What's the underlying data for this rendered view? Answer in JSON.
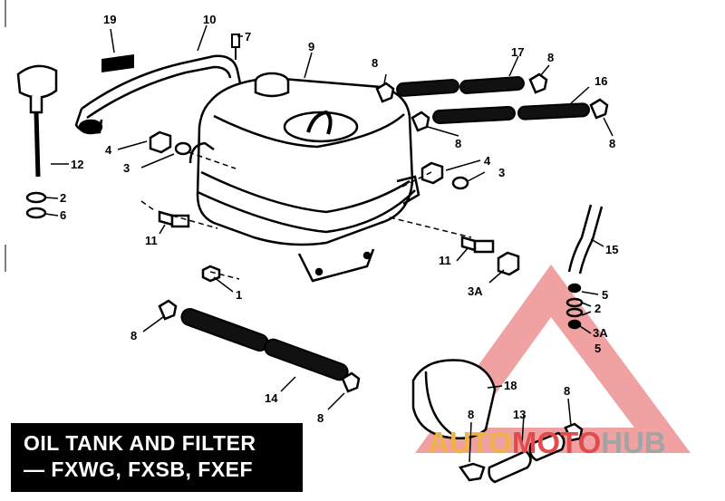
{
  "title": {
    "line1": "OIL TANK AND FILTER",
    "line2": "— FXWG, FXSB, FXEF"
  },
  "watermark": {
    "part1": "AUTO",
    "part2": "MOTO",
    "part3": "HUB",
    "color_gold": "#f2b24a",
    "color_red": "#e24b4b",
    "color_gray": "#a4a4a4"
  },
  "callouts": [
    {
      "id": "c19",
      "text": "19"
    },
    {
      "id": "c10",
      "text": "10"
    },
    {
      "id": "c7",
      "text": "7"
    },
    {
      "id": "c9",
      "text": "9"
    },
    {
      "id": "c12",
      "text": "12"
    },
    {
      "id": "c2a",
      "text": "2"
    },
    {
      "id": "c6",
      "text": "6"
    },
    {
      "id": "c4a",
      "text": "4"
    },
    {
      "id": "c3a",
      "text": "3"
    },
    {
      "id": "c11a",
      "text": "11"
    },
    {
      "id": "c8a",
      "text": "8"
    },
    {
      "id": "c17",
      "text": "17"
    },
    {
      "id": "c8b",
      "text": "8"
    },
    {
      "id": "c16",
      "text": "16"
    },
    {
      "id": "c8c",
      "text": "8"
    },
    {
      "id": "c8d",
      "text": "8"
    },
    {
      "id": "c4b",
      "text": "4"
    },
    {
      "id": "c3b",
      "text": "3"
    },
    {
      "id": "c11b",
      "text": "11"
    },
    {
      "id": "c3A1",
      "text": "3A"
    },
    {
      "id": "c15",
      "text": "15"
    },
    {
      "id": "c1",
      "text": "1"
    },
    {
      "id": "c5a",
      "text": "5"
    },
    {
      "id": "c2b",
      "text": "2"
    },
    {
      "id": "c3A2",
      "text": "3A"
    },
    {
      "id": "c5b",
      "text": "5"
    },
    {
      "id": "c8e",
      "text": "8"
    },
    {
      "id": "c14",
      "text": "14"
    },
    {
      "id": "c8f",
      "text": "8"
    },
    {
      "id": "c18",
      "text": "18"
    },
    {
      "id": "c8g",
      "text": "8"
    },
    {
      "id": "c8h",
      "text": "8"
    },
    {
      "id": "c13",
      "text": "13"
    }
  ]
}
